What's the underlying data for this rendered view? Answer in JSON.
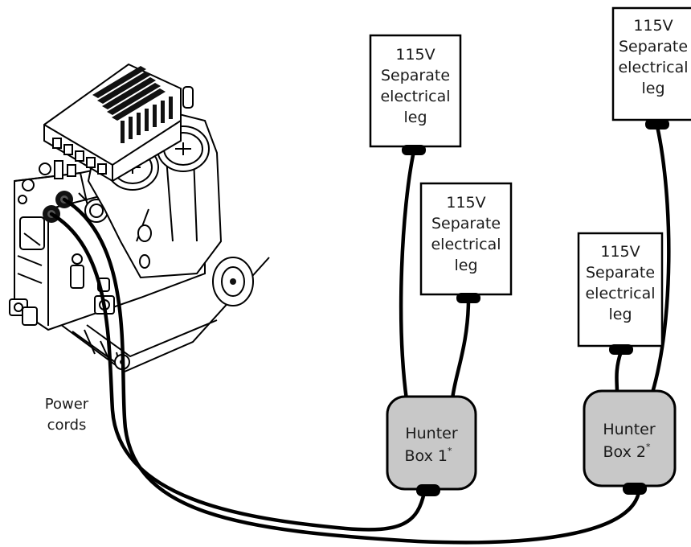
{
  "outlets": [
    {
      "id": "outlet-1",
      "lines": [
        "115V",
        "Separate",
        "electrical",
        "leg"
      ]
    },
    {
      "id": "outlet-2",
      "lines": [
        "115V",
        "Separate",
        "electrical",
        "leg"
      ]
    },
    {
      "id": "outlet-3",
      "lines": [
        "115V",
        "Separate",
        "electrical",
        "leg"
      ]
    },
    {
      "id": "outlet-4",
      "lines": [
        "115V",
        "Separate",
        "electrical",
        "leg"
      ]
    }
  ],
  "hunter_boxes": [
    {
      "id": "hunter-box-1",
      "lines": [
        "Hunter",
        "Box 1"
      ],
      "mark": "*"
    },
    {
      "id": "hunter-box-2",
      "lines": [
        "Hunter",
        "Box 2"
      ],
      "mark": "*"
    }
  ],
  "caption": {
    "lines": [
      "Power",
      "cords"
    ]
  },
  "colors": {
    "line": "#000000",
    "box_fill": "#c8c8c8",
    "background": "#ffffff"
  }
}
